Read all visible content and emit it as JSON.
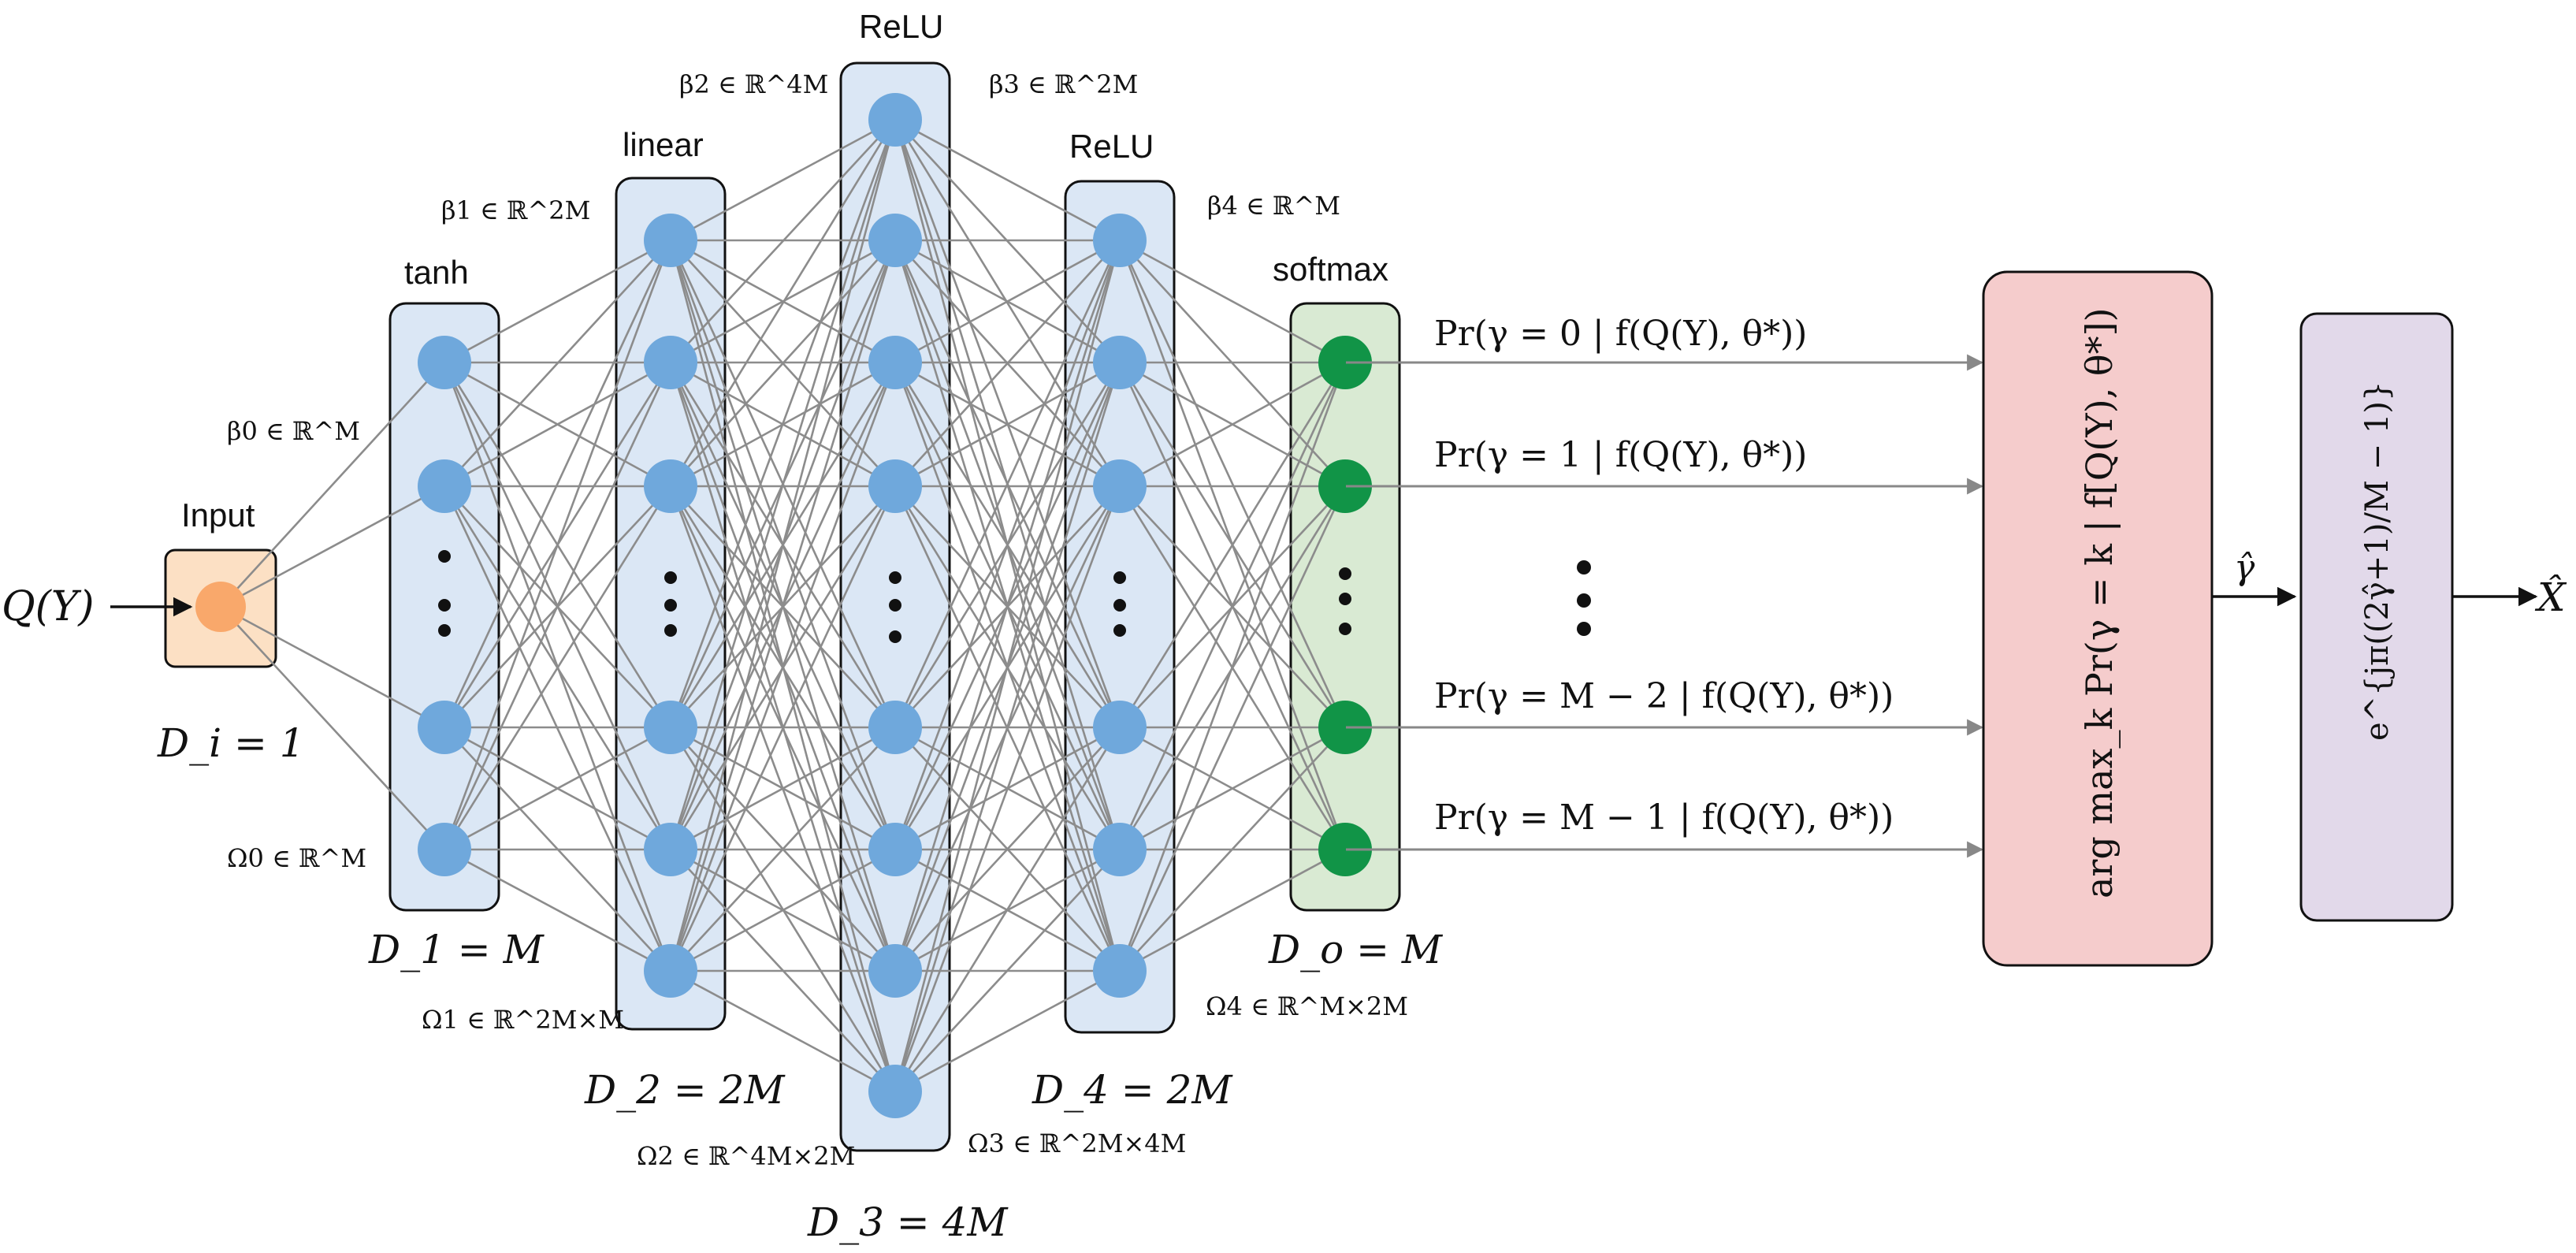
{
  "input": {
    "signal": "Q(Y)",
    "box_label": "Input",
    "dim": "D_i = 1",
    "colors": {
      "fill": "#fce0c4",
      "node": "#f9a86b"
    }
  },
  "layers": [
    {
      "activation": "tanh",
      "dim": "D_1 = M",
      "color": "#dbe7f5"
    },
    {
      "activation": "linear",
      "dim": "D_2 = 2M",
      "color": "#dbe7f5"
    },
    {
      "activation": "ReLU",
      "dim": "D_3 = 4M",
      "color": "#dbe7f5"
    },
    {
      "activation": "ReLU",
      "dim": "D_4 = 2M",
      "color": "#dbe7f5"
    },
    {
      "activation": "softmax",
      "dim": "D_o = M",
      "color": "#d9ead3"
    }
  ],
  "biases": [
    "β0 ∈ ℝ^M",
    "β1 ∈ ℝ^2M",
    "β2 ∈ ℝ^4M",
    "β3 ∈ ℝ^2M",
    "β4 ∈ ℝ^M"
  ],
  "weights": [
    "Ω0 ∈ ℝ^M",
    "Ω1 ∈ ℝ^2M×M",
    "Ω2 ∈ ℝ^4M×2M",
    "Ω3 ∈ ℝ^2M×4M",
    "Ω4 ∈ ℝ^M×2M"
  ],
  "outputs": [
    "Pr(γ = 0 | f(Q(Y), θ*))",
    "Pr(γ = 1 | f(Q(Y), θ*))",
    "Pr(γ = M − 2 | f(Q(Y), θ*))",
    "Pr(γ = M − 1 | f(Q(Y), θ*))"
  ],
  "argmax_block": {
    "text": "arg max_k Pr(γ = k | f[Q(Y), θ*])",
    "color": "#f5cccc"
  },
  "gamma_hat": "γ̂",
  "mapping_block": {
    "text": "e^{jπ((2γ̂+1)/M − 1)}",
    "color": "#e2d9ea"
  },
  "output_signal": "X̂",
  "node_colors": {
    "hidden": "#6fa8dc",
    "output": "#119447"
  }
}
